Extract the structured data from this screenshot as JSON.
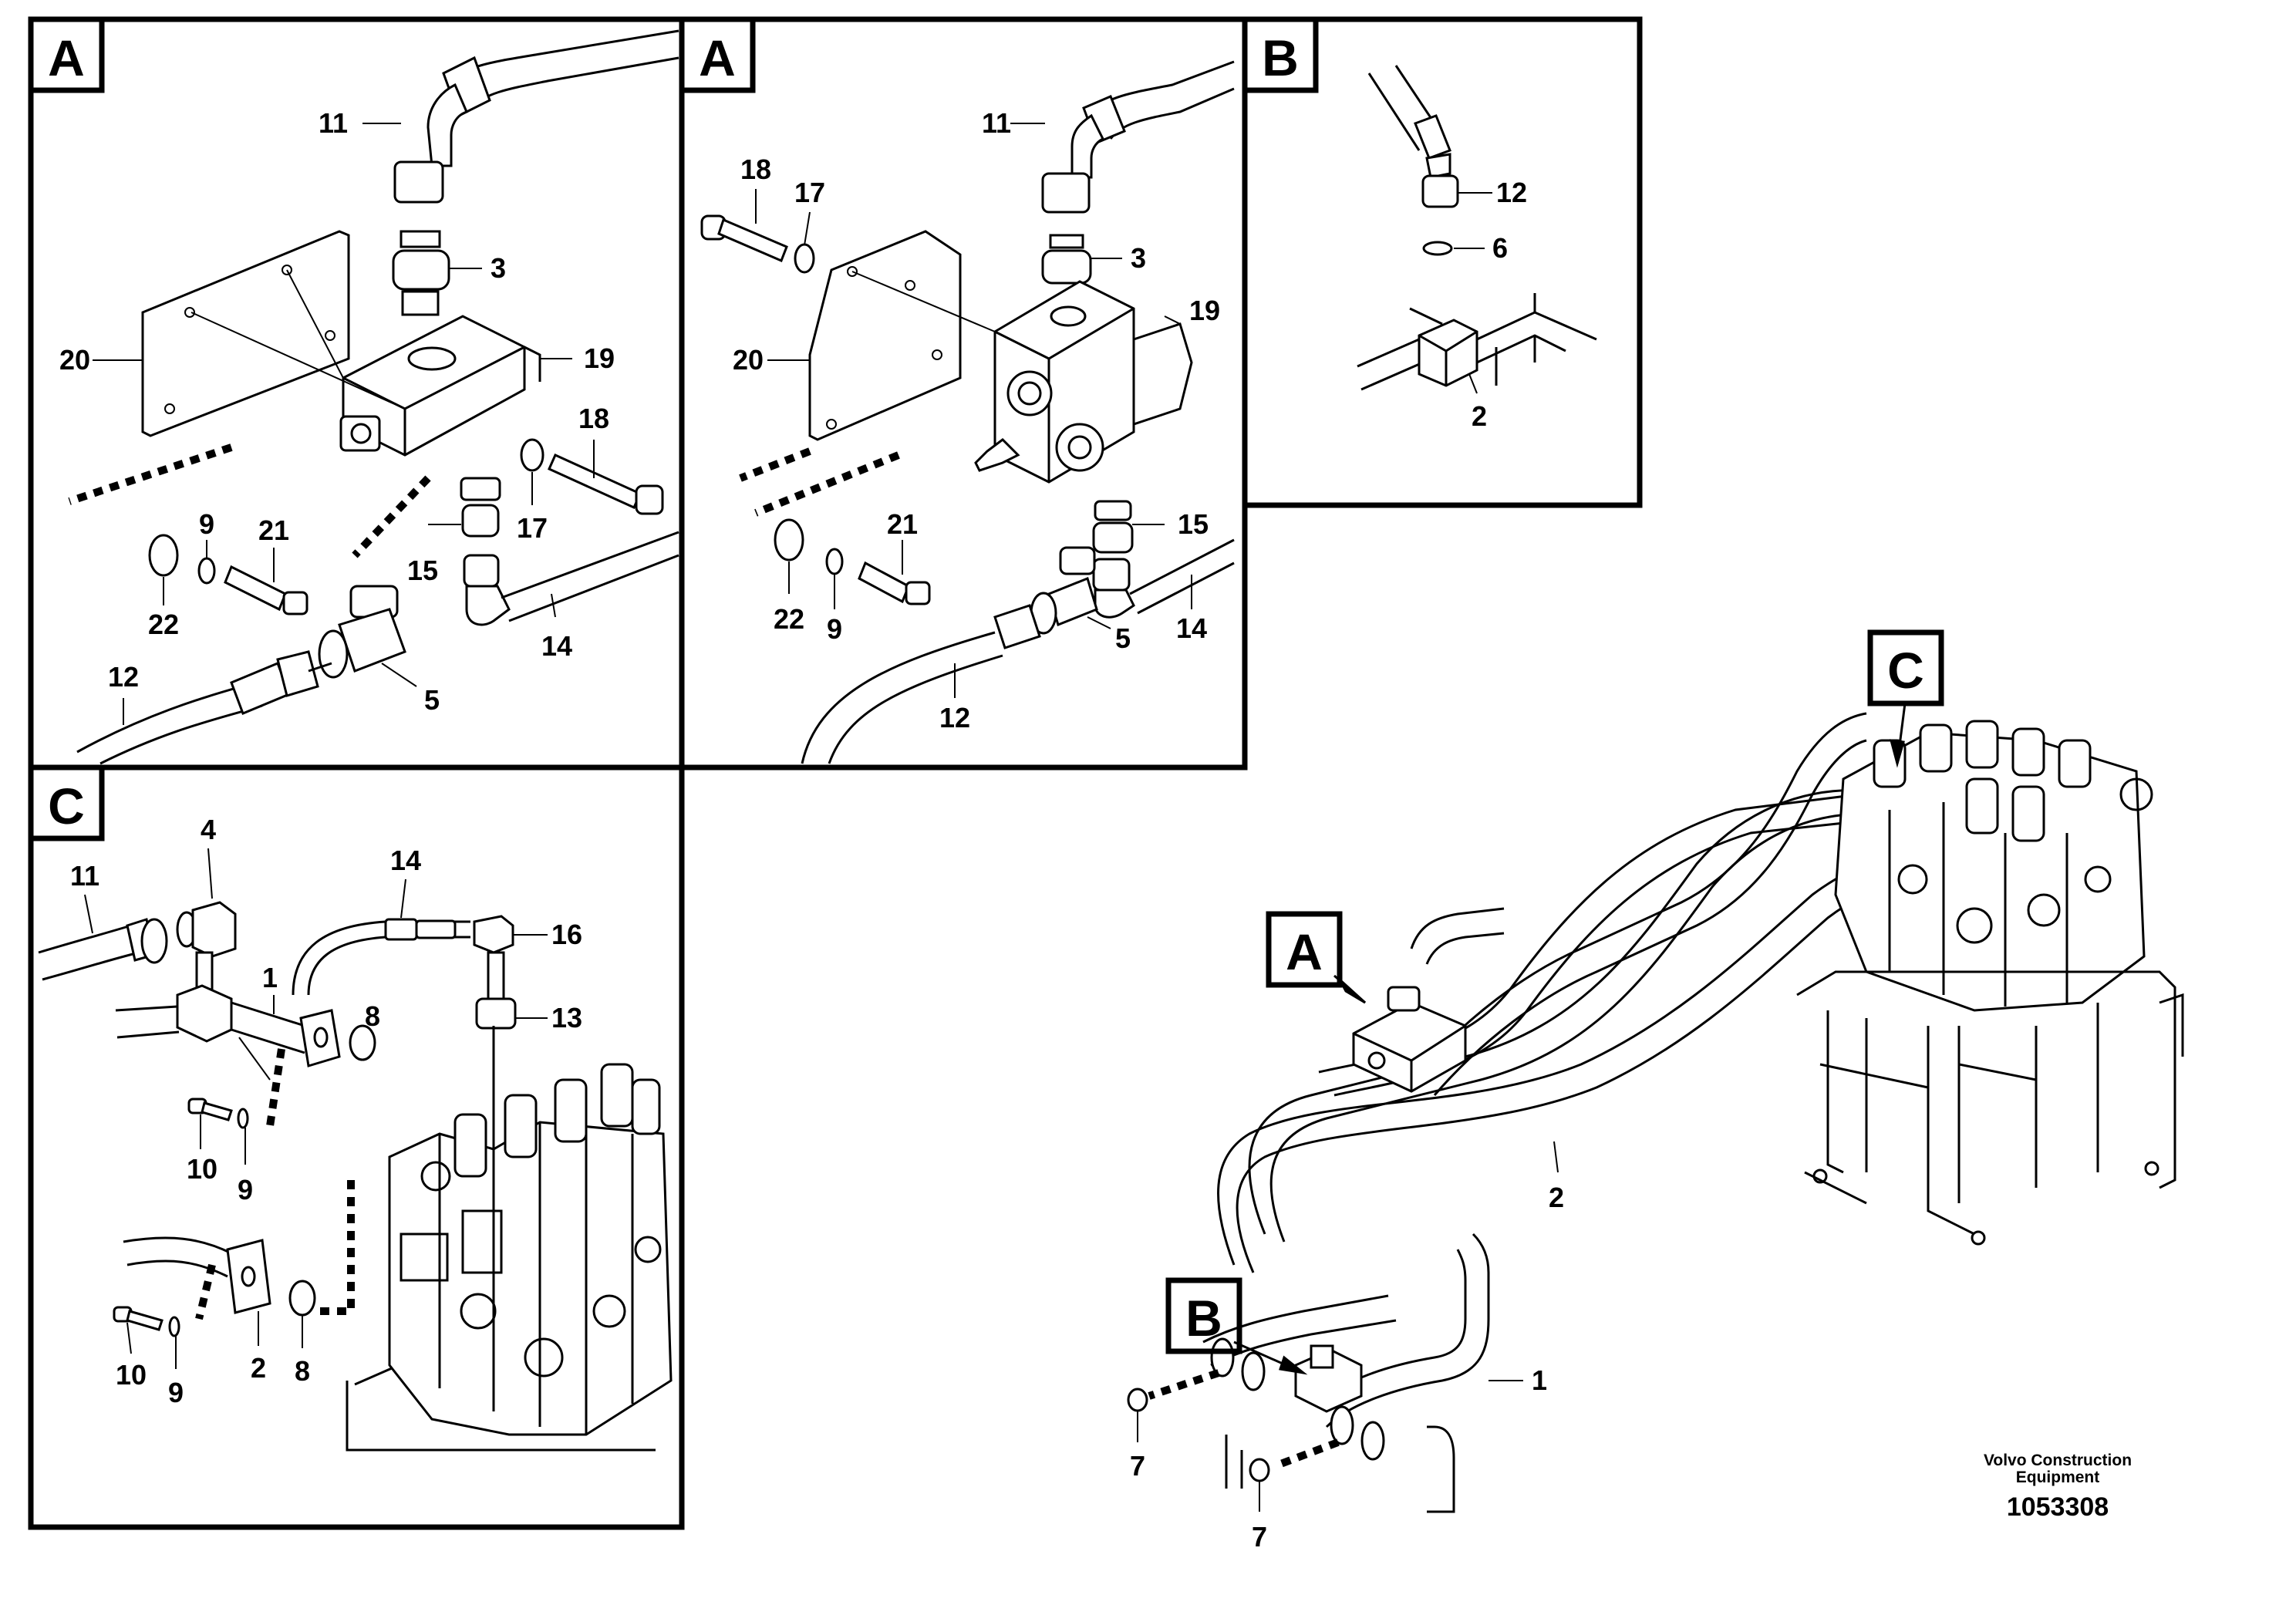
{
  "panels": {
    "a1": {
      "letter": "A",
      "labels": {
        "n11": "11",
        "n3": "3",
        "n20": "20",
        "n19": "19",
        "n18": "18",
        "n9": "9",
        "n21": "21",
        "n22": "22",
        "n15": "15",
        "n17": "17",
        "n14": "14",
        "n12": "12",
        "n5": "5"
      }
    },
    "a2": {
      "letter": "A",
      "labels": {
        "n18": "18",
        "n17": "17",
        "n11": "11",
        "n3": "3",
        "n19": "19",
        "n20": "20",
        "n21": "21",
        "n15": "15",
        "n22": "22",
        "n9": "9",
        "n5": "5",
        "n14": "14",
        "n12": "12"
      }
    },
    "b": {
      "letter": "B",
      "labels": {
        "n12": "12",
        "n6": "6",
        "n2": "2"
      }
    },
    "c": {
      "letter": "C",
      "labels": {
        "n11": "11",
        "n4": "4",
        "n14": "14",
        "n16": "16",
        "n1": "1",
        "n8a": "8",
        "n13": "13",
        "n10a": "10",
        "n9a": "9",
        "n10b": "10",
        "n9b": "9",
        "n2": "2",
        "n8b": "8"
      }
    }
  },
  "overview": {
    "callouts": {
      "a": "A",
      "b": "B",
      "c": "C"
    },
    "labels": {
      "n2": "2",
      "n1": "1",
      "n7a": "7",
      "n7b": "7"
    }
  },
  "footer": {
    "credit_line1": "Volvo Construction",
    "credit_line2": "Equipment",
    "doc_number": "1053308"
  }
}
